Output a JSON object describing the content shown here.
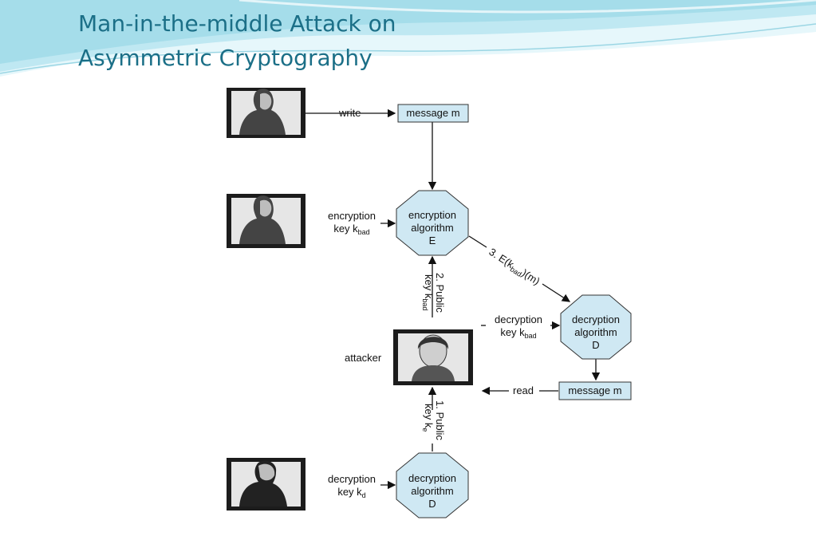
{
  "slide": {
    "title_line1": "Man-in-the-middle Attack on",
    "title_line2": "Asymmetric Cryptography"
  },
  "diagram": {
    "write_label": "write",
    "message_top": "message m",
    "encryption_key_label": "encryption",
    "encryption_key_key": "key k",
    "encryption_key_sub": "bad",
    "encrypt_algo": [
      "encryption",
      "algorithm",
      "E"
    ],
    "step3": "3. E(k",
    "step3_sub": "bad",
    "step3_tail": ")(m)",
    "step2_line1": "2. Public",
    "step2_line2": "key k",
    "step2_sub": "bad",
    "decrypt_bad_label": "decryption",
    "decrypt_bad_key": "key k",
    "decrypt_bad_sub": "bad",
    "decrypt_algo_right": [
      "decryption",
      "algorithm",
      "D"
    ],
    "attacker_label": "attacker",
    "read_label": "read",
    "message_bottom": "message m",
    "step1_line1": "1. Public",
    "step1_line2": "key k",
    "step1_sub": "e",
    "decrypt_d_label": "decryption",
    "decrypt_d_key": "key k",
    "decrypt_d_sub": "d",
    "decrypt_algo_bottom": [
      "decryption",
      "algorithm",
      "D"
    ]
  },
  "colors": {
    "title": "#1b6f87",
    "node_fill": "#cfe8f3",
    "wave_light": "#cdeef5",
    "wave_mid": "#8fd3e3"
  }
}
